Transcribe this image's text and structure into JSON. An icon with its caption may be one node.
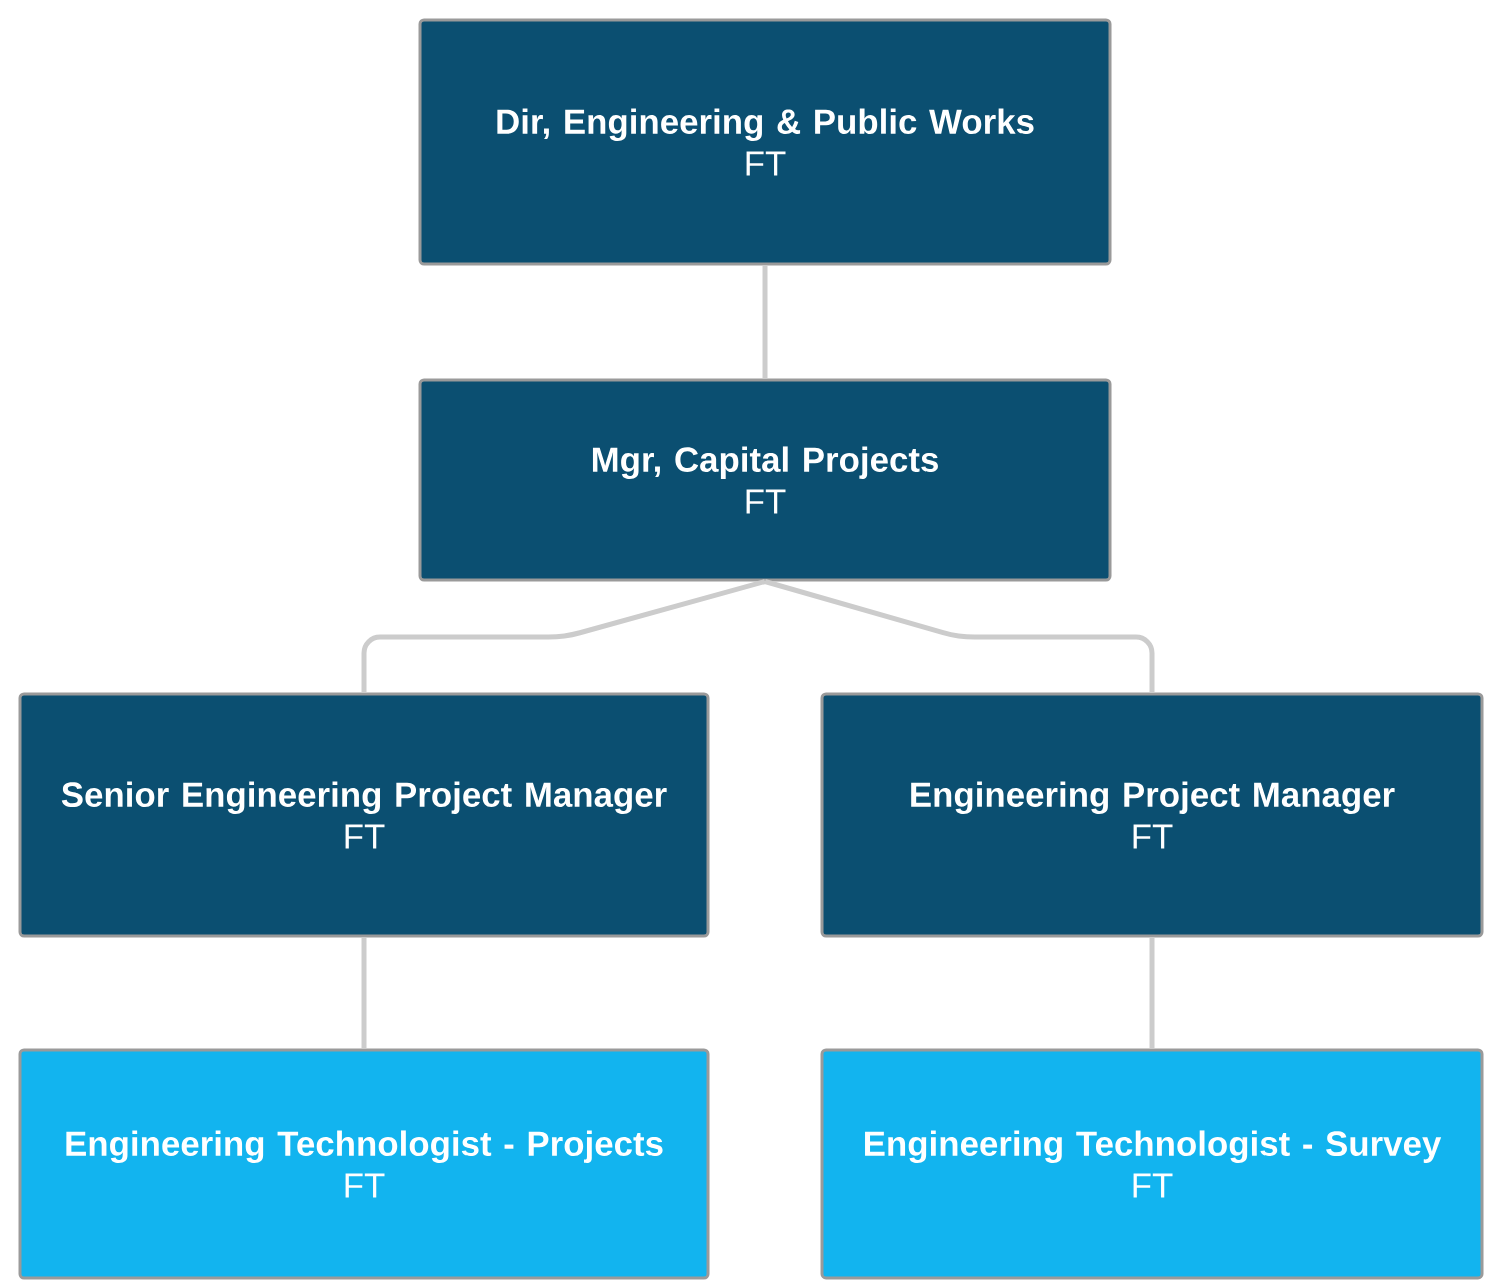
{
  "diagram": {
    "nodes": [
      {
        "text": [
          "Dir, Engineering & Public Works",
          "FT"
        ]
      },
      {
        "text": [
          "Mgr, Capital Projects",
          "FT"
        ]
      },
      {
        "text": [
          "Senior Engineering Project Manager",
          "FT"
        ]
      },
      {
        "text": [
          "Engineering Project Manager",
          "FT"
        ]
      },
      {
        "text": [
          "Engineering Technologist - Projects",
          "FT"
        ]
      },
      {
        "text": [
          "Engineering Technologist - Survey",
          "FT"
        ]
      }
    ],
    "edges": [
      {
        "from": 0,
        "to": 1,
        "arrow": "none"
      },
      {
        "from": 1,
        "to": 2,
        "arrow": "none"
      },
      {
        "from": 1,
        "to": 3,
        "arrow": "none"
      },
      {
        "from": 2,
        "to": 4,
        "arrow": "none"
      },
      {
        "from": 3,
        "to": 5,
        "arrow": "none"
      }
    ]
  }
}
